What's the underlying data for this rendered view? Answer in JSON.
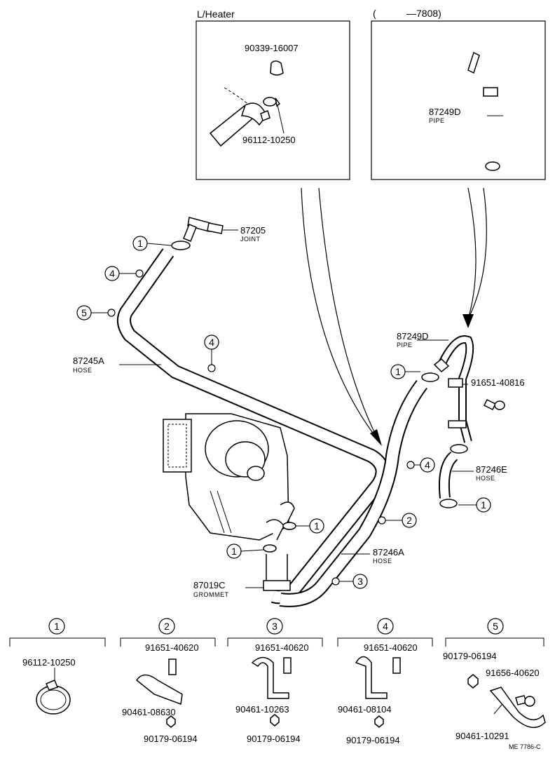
{
  "insets": {
    "l_heater": {
      "title": "L/Heater",
      "part_cap": "90339-16007",
      "part_clamp": "96112-10250"
    },
    "pipe_7808": {
      "title_open": "(",
      "title_range": "—7808)",
      "part_pipe": "87249D",
      "part_pipe_desc": "PIPE"
    }
  },
  "main": {
    "joint": {
      "number": "87205",
      "desc": "JOINT"
    },
    "hose_a": {
      "number": "87245A",
      "desc": "HOSE"
    },
    "pipe": {
      "number": "87249D",
      "desc": "PIPE"
    },
    "bolt": {
      "number": "91651-40816"
    },
    "hose_e": {
      "number": "87246E",
      "desc": "HOSE"
    },
    "hose_b": {
      "number": "87246A",
      "desc": "HOSE"
    },
    "grommet": {
      "number": "87019C",
      "desc": "GROMMET"
    }
  },
  "callouts": [
    "1",
    "2",
    "3",
    "4",
    "5"
  ],
  "legend": [
    {
      "key": "1",
      "parts": [
        "96112-10250"
      ]
    },
    {
      "key": "2",
      "parts": [
        "91651-40620",
        "90461-08630",
        "90179-06194"
      ]
    },
    {
      "key": "3",
      "parts": [
        "91651-40620",
        "90461-10263",
        "90179-06194"
      ]
    },
    {
      "key": "4",
      "parts": [
        "91651-40620",
        "90461-08104",
        "90179-06194"
      ]
    },
    {
      "key": "5",
      "parts": [
        "90179-06194",
        "91656-40620",
        "90461-10291"
      ]
    }
  ],
  "drawing_code": "ME 7786-C"
}
